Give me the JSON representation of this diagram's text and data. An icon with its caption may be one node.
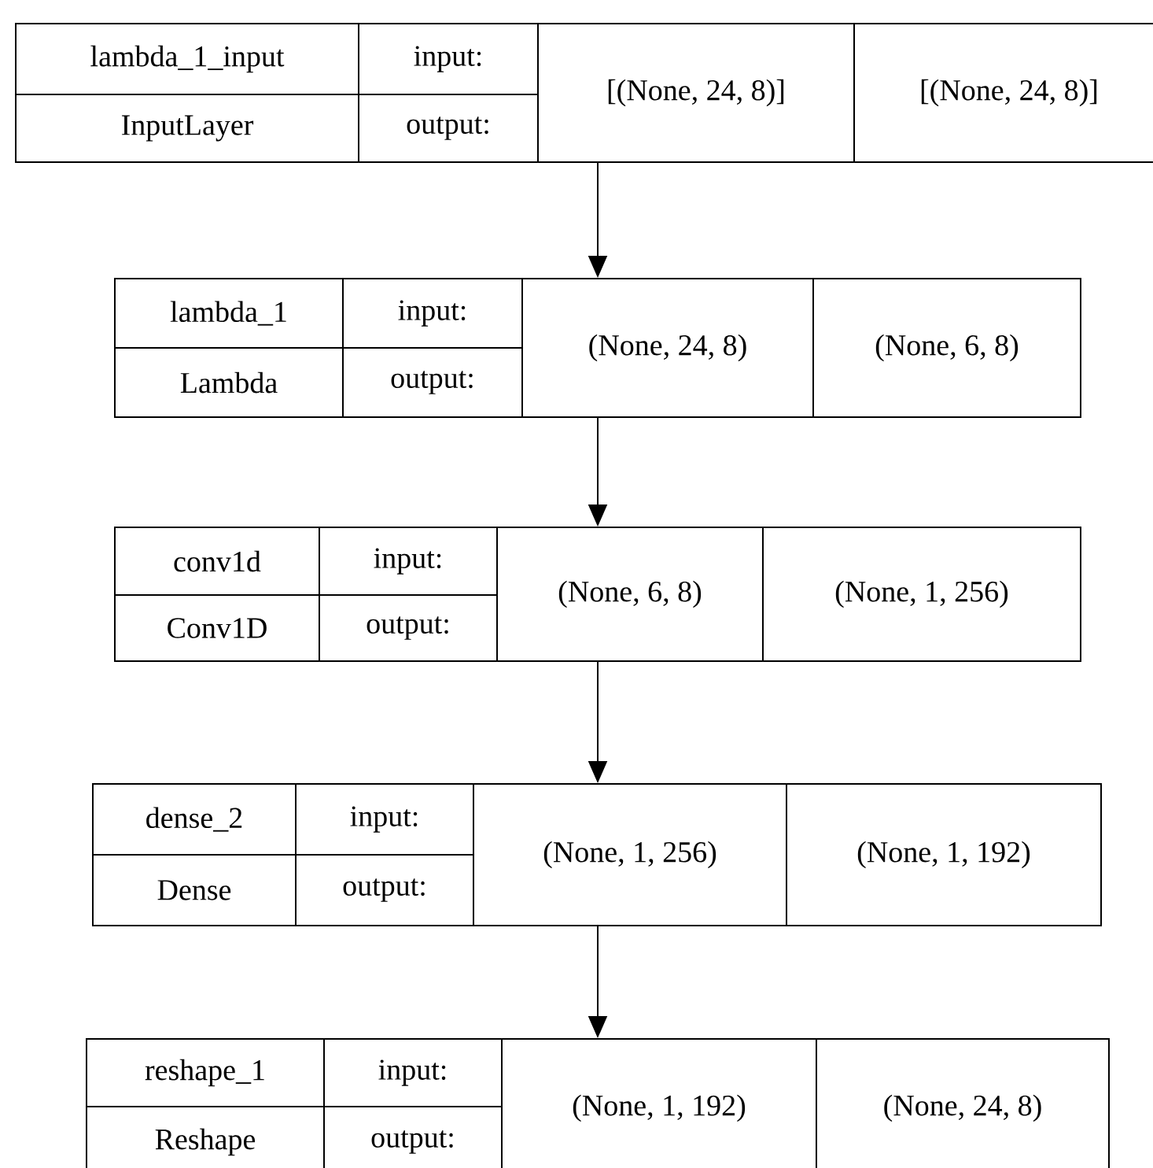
{
  "diagram": {
    "nodes": [
      {
        "text": [
          "lambda_1_input",
          "InputLayer",
          "input:",
          "output:",
          "[(None, 24, 8)]",
          "[(None, 24, 8)]"
        ]
      },
      {
        "text": [
          "lambda_1",
          "Lambda",
          "input:",
          "output:",
          "(None, 24, 8)",
          "(None, 6, 8)"
        ]
      },
      {
        "text": [
          "conv1d",
          "Conv1D",
          "input:",
          "output:",
          "(None, 6, 8)",
          "(None, 1, 256)"
        ]
      },
      {
        "text": [
          "dense_2",
          "Dense",
          "input:",
          "output:",
          "(None, 1, 256)",
          "(None, 1, 192)"
        ]
      },
      {
        "text": [
          "reshape_1",
          "Reshape",
          "input:",
          "output:",
          "(None, 1, 192)",
          "(None, 24, 8)"
        ]
      }
    ],
    "edges": [
      {
        "from": 0,
        "to": 1,
        "arrow": "to"
      },
      {
        "from": 1,
        "to": 2,
        "arrow": "to"
      },
      {
        "from": 2,
        "to": 3,
        "arrow": "to"
      },
      {
        "from": 3,
        "to": 4,
        "arrow": "to"
      }
    ]
  }
}
